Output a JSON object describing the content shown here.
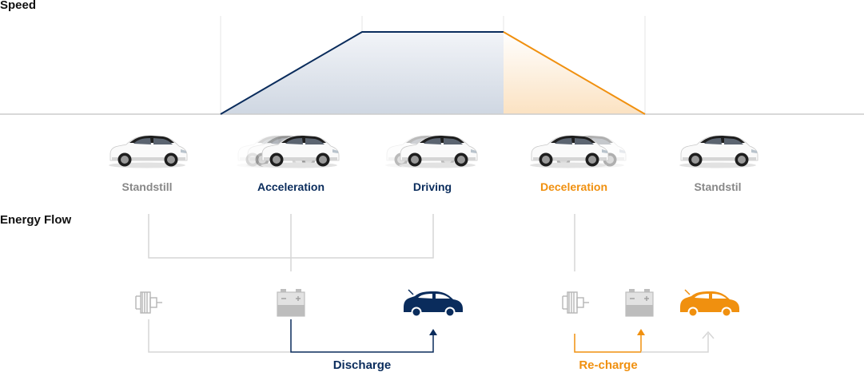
{
  "speed_title": "Speed",
  "energy_title": "Energy Flow",
  "phases": [
    {
      "label": "Standstill",
      "color": "#888888"
    },
    {
      "label": "Acceleration",
      "color": "#0a2c5c"
    },
    {
      "label": "Driving",
      "color": "#0a2c5c"
    },
    {
      "label": "Deceleration",
      "color": "#f0900f"
    },
    {
      "label": "Standstil",
      "color": "#888888"
    }
  ],
  "flows": {
    "discharge": {
      "label": "Discharge",
      "color": "#0a2c5c"
    },
    "recharge": {
      "label": "Re-charge",
      "color": "#f0900f"
    }
  },
  "icons": {
    "left_group": [
      "motor-icon",
      "battery-icon",
      "car-icon"
    ],
    "right_group": [
      "motor-icon",
      "battery-icon",
      "car-icon"
    ]
  },
  "colors": {
    "navy": "#0a2c5c",
    "orange": "#f0900f",
    "gray": "#c8c8c8"
  }
}
